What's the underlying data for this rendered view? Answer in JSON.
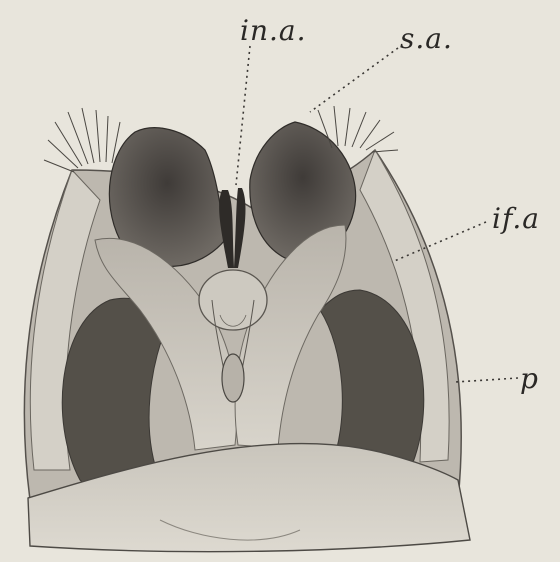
{
  "labels": {
    "in_a": "in.a.",
    "s_a": "s.a.",
    "if_a": "if.a",
    "p": "p"
  },
  "colors": {
    "paper": "#e8e5dc",
    "ink": "#2a2826",
    "dark_tissue": "#4f4b47",
    "mid_tissue": "#9a958d",
    "light_tissue": "#d2cec5"
  }
}
